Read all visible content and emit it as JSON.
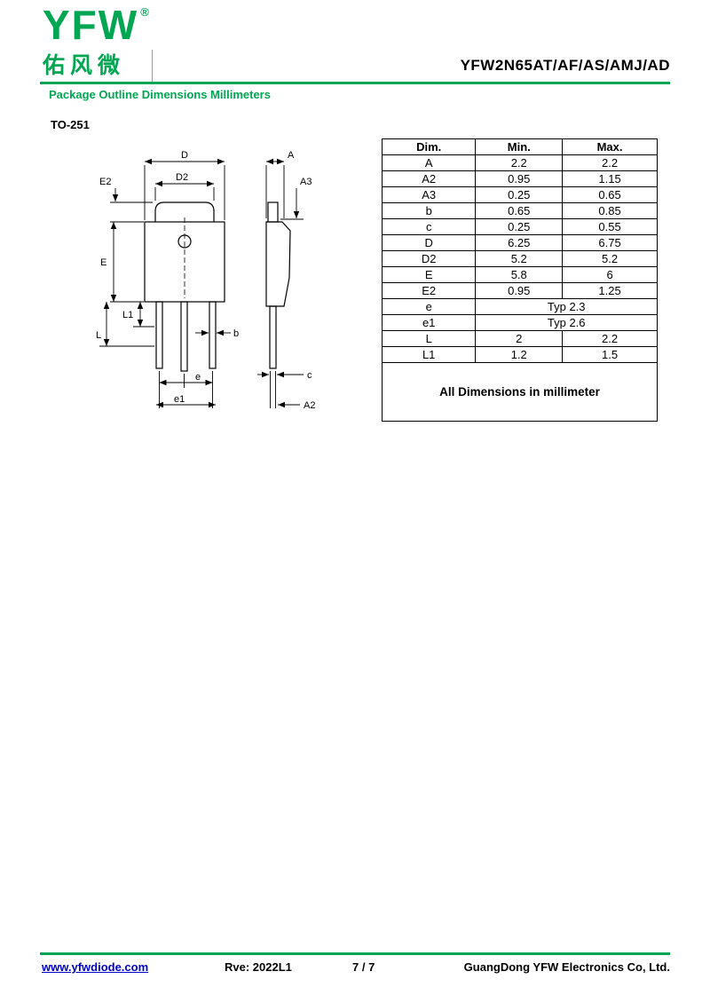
{
  "colors": {
    "brand_green": "#00A651",
    "link_blue": "#0000CC"
  },
  "header": {
    "logo": {
      "text": "YFW",
      "registered": "®",
      "chinese": "佑风微"
    },
    "part_number": "YFW2N65AT/AF/AS/AMJ/AD",
    "section_title": "Package Outline Dimensions Millimeters"
  },
  "drawing": {
    "package": "TO-251",
    "labels": {
      "D": "D",
      "D2": "D2",
      "E2": "E2",
      "E": "E",
      "L1": "L1",
      "L": "L",
      "b": "b",
      "e": "e",
      "e1": "e1",
      "A": "A",
      "A3": "A3",
      "c": "c",
      "A2": "A2"
    }
  },
  "table": {
    "headers": [
      "Dim.",
      "Min.",
      "Max."
    ],
    "rows": [
      {
        "dim": "A",
        "min": "2.2",
        "max": "2.2"
      },
      {
        "dim": "A2",
        "min": "0.95",
        "max": "1.15"
      },
      {
        "dim": "A3",
        "min": "0.25",
        "max": "0.65"
      },
      {
        "dim": "b",
        "min": "0.65",
        "max": "0.85"
      },
      {
        "dim": "c",
        "min": "0.25",
        "max": "0.55"
      },
      {
        "dim": "D",
        "min": "6.25",
        "max": "6.75"
      },
      {
        "dim": "D2",
        "min": "5.2",
        "max": "5.2"
      },
      {
        "dim": "E",
        "min": "5.8",
        "max": "6"
      },
      {
        "dim": "E2",
        "min": "0.95",
        "max": "1.25"
      },
      {
        "dim": "e",
        "typ": "Typ 2.3"
      },
      {
        "dim": "e1",
        "typ": "Typ 2.6"
      },
      {
        "dim": "L",
        "min": "2",
        "max": "2.2"
      },
      {
        "dim": "L1",
        "min": "1.2",
        "max": "1.5"
      }
    ],
    "note": "All Dimensions in millimeter"
  },
  "footer": {
    "website": "www.yfwdiode.com",
    "revision": "Rve: 2022L1",
    "page": "7 / 7",
    "company": "GuangDong YFW Electronics Co, Ltd."
  }
}
